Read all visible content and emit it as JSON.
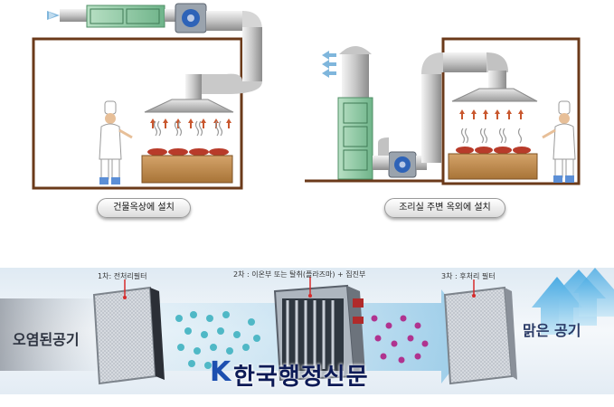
{
  "scene_top": {
    "left_caption": "건물옥상에 설치",
    "right_caption": "조리실 주변 옥외에 설치"
  },
  "process": {
    "left_text": "오염된공기",
    "stage1_label": "1차: 전처리필터",
    "stage2_label": "2차 : 이온부 또는 탈취(플라즈마) + 집진부",
    "stage3_label": "3차 : 후처리 필터",
    "right_text": "맑은 공기"
  },
  "watermark": {
    "logo_letter": "K",
    "text": "한국행정신문"
  }
}
